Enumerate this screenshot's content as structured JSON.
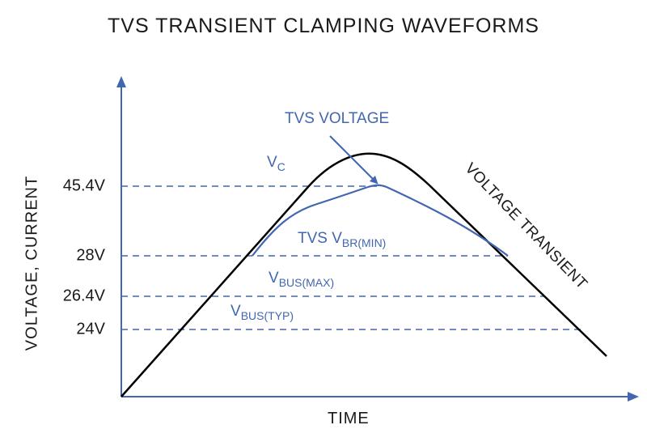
{
  "title": "TVS TRANSIENT CLAMPING WAVEFORMS",
  "axes": {
    "x_label": "TIME",
    "y_label": "VOLTAGE, CURRENT"
  },
  "levels": [
    {
      "tick": "45.4V",
      "label_main": "V",
      "label_sub": "C",
      "value": 45.4
    },
    {
      "tick": "28V",
      "label_main": "TVS V",
      "label_sub": "BR(MIN)",
      "value": 28
    },
    {
      "tick": "26.4V",
      "label_main": "V",
      "label_sub": "BUS(MAX)",
      "value": 26.4
    },
    {
      "tick": "24V",
      "label_main": "V",
      "label_sub": "BUS(TYP)",
      "value": 24
    }
  ],
  "curves": {
    "tvs_voltage_label": "TVS VOLTAGE",
    "voltage_transient_label": "VOLTAGE TRANSIENT"
  },
  "colors": {
    "accent": "#4267b0",
    "line": "#000000",
    "text": "#1a1a1a"
  }
}
